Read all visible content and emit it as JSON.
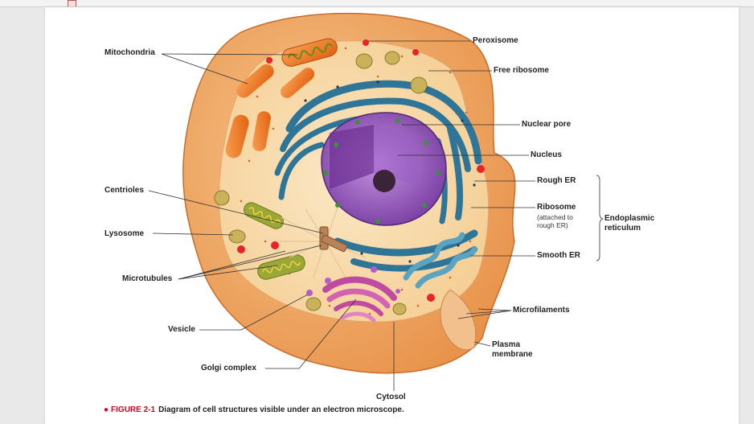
{
  "labels": {
    "mitochondria": "Mitochondria",
    "peroxisome": "Peroxisome",
    "free_ribosome": "Free ribosome",
    "nuclear_pore": "Nuclear pore",
    "nucleus": "Nucleus",
    "rough_er": "Rough ER",
    "ribosome": "Ribosome",
    "ribosome_note": "(attached to\nrough ER)",
    "endoplasmic_reticulum": "Endoplasmic\nreticulum",
    "smooth_er": "Smooth ER",
    "centrioles": "Centrioles",
    "lysosome": "Lysosome",
    "microtubules": "Microtubules",
    "microfilaments": "Microfilaments",
    "vesicle": "Vesicle",
    "plasma_membrane": "Plasma\nmembrane",
    "golgi_complex": "Golgi complex",
    "cytosol": "Cytosol"
  },
  "caption": {
    "bullet": "●",
    "figure_number": "FIGURE 2-1",
    "text": "Diagram of cell structures visible under an electron microscope."
  },
  "colors": {
    "cell_outer": "#f0a968",
    "cytoplasm": "#f8d7a4",
    "mitochondria": "#f07a20",
    "er": "#3b86a8",
    "nucleus": "#8a4fb0",
    "golgi": "#c04aa0"
  }
}
